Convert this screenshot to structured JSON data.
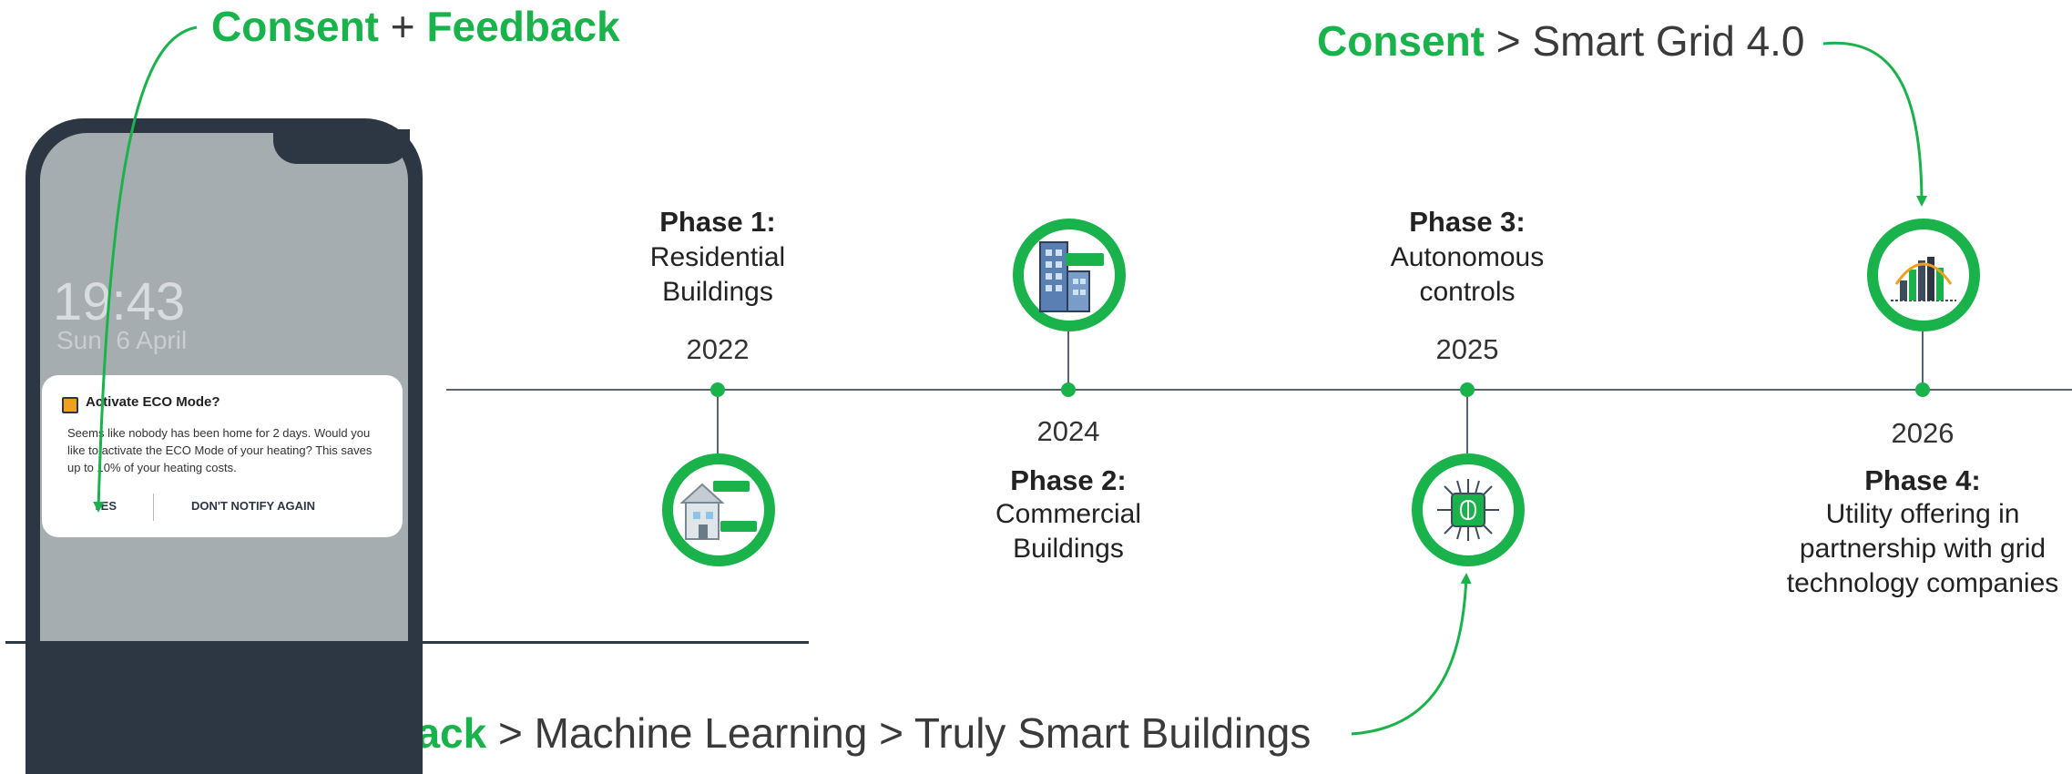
{
  "headlines": {
    "top_left": {
      "word1": "Consent",
      "joiner": " + ",
      "word2": "Feedback"
    },
    "top_right": {
      "word1": "Consent",
      "rest": " > Smart Grid 4.0"
    },
    "bottom": {
      "word1": "Feedback",
      "rest": " > Machine Learning > Truly Smart Buildings"
    }
  },
  "phone": {
    "time": "19:43",
    "date": "Sun, 6 April",
    "notification": {
      "title": "Activate ECO Mode?",
      "body": "Seems like nobody has been home for 2 days. Would you like to activate the ECO Mode of your heating? This saves up to 10% of your heating costs.",
      "yes_label": "YES",
      "dont_label": "DON'T NOTIFY AGAIN"
    }
  },
  "phases": [
    {
      "title": "Phase 1:",
      "desc": "Residential\nBuildings",
      "year": "2022",
      "icon": "residential-house-icon"
    },
    {
      "title": "Phase 2:",
      "desc": "Commercial\nBuildings",
      "year": "2024",
      "icon": "office-building-icon"
    },
    {
      "title": "Phase 3:",
      "desc": "Autonomous\ncontrols",
      "year": "2025",
      "icon": "ai-chip-brain-icon"
    },
    {
      "title": "Phase 4:",
      "desc": "Utility offering in\npartnership with grid\ntechnology companies",
      "year": "2026",
      "icon": "grid-bar-chart-icon"
    }
  ],
  "colors": {
    "accent": "#19b24b",
    "phone": "#2d3744",
    "line": "#5b6272"
  }
}
